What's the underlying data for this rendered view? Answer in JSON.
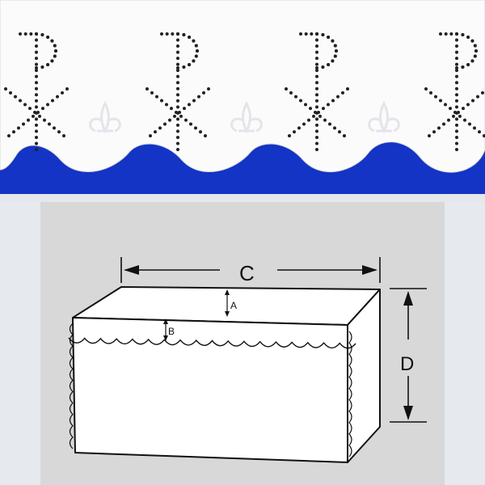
{
  "colors": {
    "band_blue": "#1334c4",
    "lace_white": "#fafafa",
    "stitch": "#222222",
    "panel_gray": "#d8d8d8",
    "outline": "#111111"
  },
  "lace": {
    "motifs": [
      "chi-rho-symbol",
      "fleur-de-lis-symbol"
    ]
  },
  "diagram": {
    "labels": {
      "width": "C",
      "depth": "D",
      "top_drop": "A",
      "lace_drop": "B"
    }
  }
}
